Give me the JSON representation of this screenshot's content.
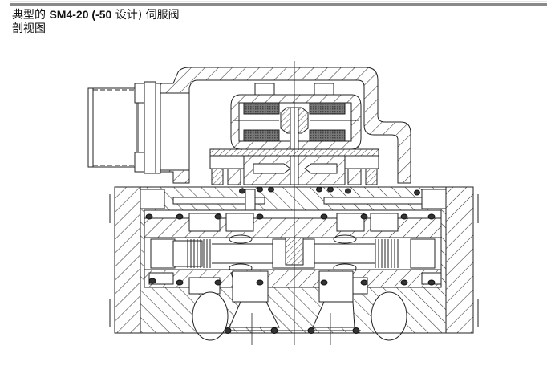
{
  "title": {
    "prefix": "典型的 ",
    "model": "SM4-20 (-50",
    "design": " 设计)",
    "suffix": " 伺服阀",
    "line2": "剖视图"
  },
  "drawing": {
    "type": "cross-section",
    "subject": "servo valve",
    "line_color": "#222222",
    "hatch_color": "#333333",
    "background": "#ffffff"
  }
}
